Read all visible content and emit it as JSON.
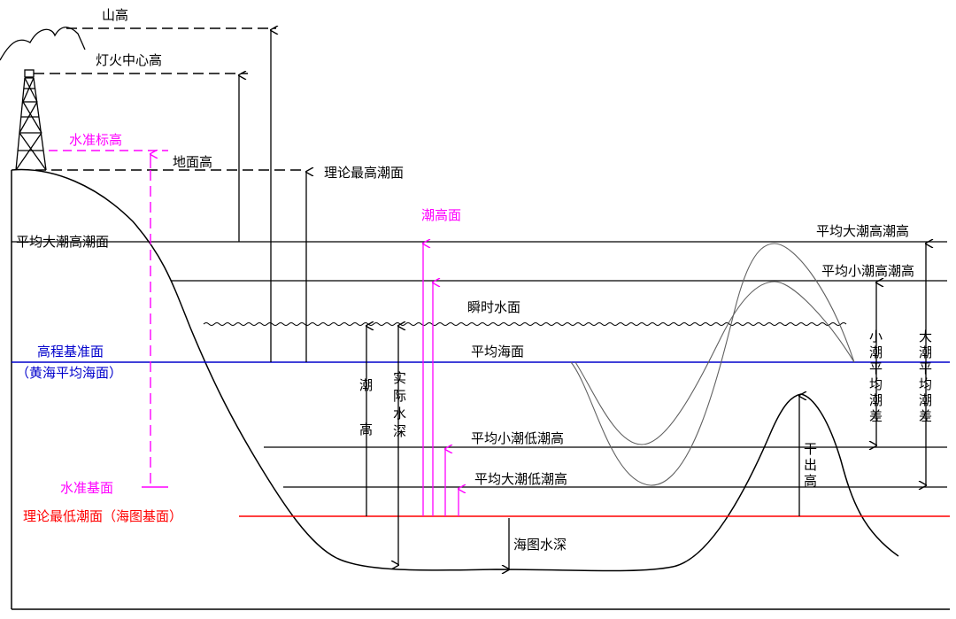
{
  "colors": {
    "ink": "#000000",
    "datum_blue": "#0000cc",
    "chart_datum_red": "#ff0000",
    "leveling_magenta": "#ff00ff",
    "wave_gray": "#606060"
  },
  "icons": {
    "lighthouse": "lighthouse-icon",
    "mountain": "mountain-icon"
  },
  "labels": {
    "mountain_height": "山高",
    "light_center_height": "灯火中心高",
    "benchmark_height": "水准标高",
    "ground_height": "地面高",
    "theoretical_highest_tide": "理论最高潮面",
    "tide_height_plane": "潮高面",
    "mhws_left": "平均大潮高潮面",
    "mhws_right": "平均大潮高潮高",
    "mhwn_right": "平均小潮高潮高",
    "instant_water_surface": "瞬时水面",
    "elevation_datum": "高程基准面",
    "elevation_datum_note": "（黄海平均海面）",
    "mean_sea_level": "平均海面",
    "tide_height_vertical": [
      "潮",
      "高"
    ],
    "actual_depth_vertical": [
      "实",
      "际",
      "水",
      "深"
    ],
    "mlwn": "平均小潮低潮高",
    "mlws": "平均大潮低潮高",
    "leveling_datum": "水准基面",
    "chart_datum": "理论最低潮面（海图基面）",
    "chart_depth": "海图水深",
    "drying_height_vertical": [
      "干",
      "出",
      "高"
    ],
    "neap_range_vertical": [
      "小",
      "潮",
      "平",
      "均",
      "潮",
      "差"
    ],
    "spring_range_vertical": [
      "大",
      "潮",
      "平",
      "均",
      "潮",
      "差"
    ]
  }
}
